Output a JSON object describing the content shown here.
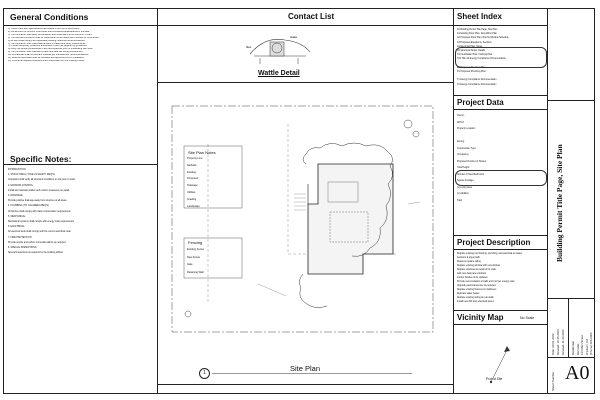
{
  "general_conditions": {
    "title": "General Conditions",
    "items": [
      "1)  These Plans and Specifications are sheets of this set of documents:",
      "2)  Construction to conform to all codes and ordinances applicable as of the date:",
      "3)  The Contractor shall verify all conditions and dimensions at the site prior to start.",
      "4)  The General Contractor shall be responsible for all means and methods of construction.",
      "5)  All work shall comply with applicable building codes and local ordinances.",
      "6)  The Contractor shall coordinate all work of trades and verify requirements.",
      "7)  Provide temporary protection and erosion control as required by jurisdiction.",
      "8)  Notify the design professional of any discrepancies prior to proceeding with work.",
      "9)  The Contractor shall maintain a clean and safe site during construction.",
      "10) All materials shall be new and installed per manufacturer recommendations.",
      "11) Deferred submittals shall be reviewed and approved prior to installation.",
      "12) Provide all required inspections and coordinate with the building official."
    ]
  },
  "wattle_detail": {
    "label": "Wattle Detail"
  },
  "specific_notes": {
    "title": "Specific Notes:",
    "items": [
      "INTRODUCTION",
      "1. STRUCTURAL (TITLE 24 SAFETY REQ'S)",
      "Contractor shall verify all structural conditions on site prior to work.",
      "2. EROSION CONTROL",
      "Install and maintain wattles and erosion measures per detail.",
      "3. DRAINAGE",
      "Provide positive drainage away from structure at all areas.",
      "4. PLUMBING (TO CALGREEN REQ'S)",
      "All fixtures shall comply with water conservation requirements.",
      "5. MECHANICAL",
      "Mechanical systems shall comply with energy code requirements.",
      "6. ELECTRICAL",
      "All electrical work shall comply with the current electrical code.",
      "7. FIRE PROTECTION",
      "Provide smoke and carbon monoxide alarms as required.",
      "8. SPECIAL INSPECTIONS",
      "Special inspections as required by the building official."
    ]
  },
  "contact_list": {
    "title": "Contact List"
  },
  "site_plan": {
    "notes_title": "Site Plan Notes",
    "note_items": [
      "Property Line",
      "Setback",
      "Existing",
      "Proposed",
      "Drainage",
      "Utilities",
      "Grading",
      "Landscape"
    ],
    "fencing_title": "Fencing",
    "fencing_items": [
      "Existing Fence",
      "New Fence",
      "Gate",
      "Retaining Wall"
    ],
    "caption": "Site Plan",
    "detail_number": "1"
  },
  "sheet_index": {
    "title": "Sheet Index",
    "items": [
      "A0  Building Permit Title Page, Site Plan",
      "A1  Existing Floor Plan, Demolition Plan",
      "A2  Proposed Floor Plan, Roof & Window Schedule",
      "A3  Proposed Elevations, Sections",
      "A4  Electrical Plan, Notes",
      "A5  Structural Notes, Details",
      "S1  Foundation Plan, Framing Plan",
      "T24 Title 24 Energy Compliance Documentation",
      "",
      "E1  Proposed Electrical Plan",
      "P1  Proposed Plumbing Plan",
      "",
      "T1  Energy Compliance Documentation",
      "T2  Energy Compliance Documentation"
    ]
  },
  "project_data": {
    "title": "Project Data",
    "rows": [
      "Owner:",
      "APN #:",
      "Property Location:",
      "",
      "Zoning:",
      "Construction Type:",
      "Occupancy:",
      "Proposed Number of Stories:",
      "Total Height:",
      "Number of New Bedrooms:",
      "Square Footage:",
      "(e) Living Area",
      "(n) Addition",
      "Total"
    ]
  },
  "project_description": {
    "title": "Project Description",
    "items": [
      "Replace existing roof framing, plumbing, and electrical at master",
      "bedroom & upper bath",
      "Repair & replace siding",
      "Replace existing window with new window",
      "Replace windows as required for code",
      "Add new dual pane windows",
      "Interior finishes to be updated",
      "Provide new insulation at walls and roof per energy code",
      "Upgrade electrical service as required",
      "Replace existing fixtures per CalGreen",
      "Relocate water heater",
      "Replace existing siding at rear walls",
      "Install new 200 amp electrical panel"
    ]
  },
  "vicinity_map": {
    "title": "Vicinity Map",
    "scale": "No Scale",
    "project_label": "Project Site"
  },
  "title_block": {
    "sheet_title": "Building Permit Title Page, Site Plan",
    "project_lines": [
      "Residential",
      "Remodel",
      "123 Main Street",
      "Anytown, CA",
      "(Phone)  000-0000"
    ],
    "dates": [
      "Date:  09.01.2023",
      "Revised: 10.15.2023",
      "Revised: 11.20.2023"
    ],
    "sheet_label": "Sheet Number",
    "sheet_number": "A0"
  },
  "colors": {
    "ink": "#111111",
    "rule": "#222222",
    "paper": "#ffffff"
  }
}
